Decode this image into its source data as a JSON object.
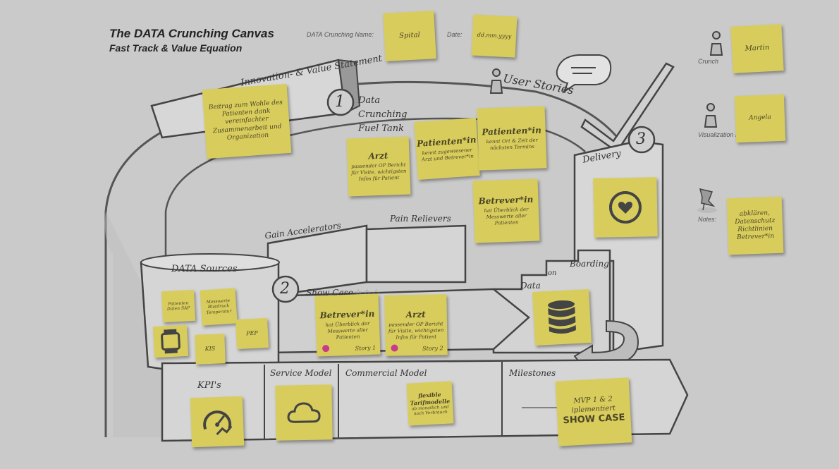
{
  "header": {
    "title": "The DATA Crunching Canvas",
    "subtitle": "Fast Track & Value Equation",
    "name_label": "DATA Crunching Name:",
    "date_label": "Date:"
  },
  "header_notes": {
    "name_value": "Spital",
    "date_value": "dd.mm.yyyy"
  },
  "sections": {
    "innovation": "Innovation- & Value Statement",
    "fuel_tank": "Data Crunching Fuel Tank",
    "user_stories": "User Stories",
    "delivery": "Delivery",
    "gain_accelerators": "Gain Accelerators",
    "pain_relievers": "Pain Relievers",
    "data_sources": "DATA Sources",
    "show_case": "Show Case",
    "data_on_boarding_data": "Data",
    "data_on_boarding_on": "on",
    "data_on_boarding_boarding": "Boarding",
    "kpis": "KPI's",
    "service_model": "Service Model",
    "commercial_model": "Commercial Model",
    "milestones": "Milestones",
    "step1": "1",
    "step2": "2",
    "step3": "3"
  },
  "roles": {
    "crunch_label": "Crunch",
    "crunch_name": "Martin",
    "visualization_label": "Visualization M",
    "visualization_name": "Angela",
    "notes_label": "Notes:",
    "notes_text": "abklären, Datenschutz Richtlinien Betrever*in"
  },
  "notes": {
    "innovation_statement": "Beitrag zum Wohle des Patienten dank vereinfachter Zusammenarbeit und Organization",
    "story_arzt_head": "Arzt",
    "story_arzt_body": "passender OP Bericht für Visite, wichtigsten Infos für Patient",
    "story_patient1_head": "Patienten*in",
    "story_patient1_body": "kennt zugewiesener Arzt und Betrever*in",
    "story_patient2_head": "Patienten*in",
    "story_patient2_body": "kennt Ort & Zeit der nächsten Termins",
    "story_betreuer_head": "Betrever*in",
    "story_betreuer_body": "hat Überblick der Messwerte aller Patienten",
    "ds_sap": "Patienten Daten SAP",
    "ds_mess": "Messwerte Blutdruck Temperatur",
    "ds_kis": "KIS",
    "ds_pep": "PEP",
    "show1_head": "Betrever*in",
    "show1_body": "hat Überblick der Messwerte aller Patienten",
    "show1_story": "Story 1",
    "show2_head": "Arzt",
    "show2_body": "passender OP Bericht für Visite, wichtigsten Infos für Patient",
    "show2_story": "Story 2",
    "commercial_head": "flexible Tarifmodelle",
    "commercial_body": "ab monatlich und nach Verbrauch",
    "milestone_line1": "MVP 1 & 2 iplementiert",
    "milestone_line2": "SHOW CASE"
  },
  "icons": [
    "person-icon",
    "speech-bubble-icon",
    "checkmark-icon",
    "pushpin-icon",
    "heart-cycle-icon",
    "database-icon",
    "watch-icon",
    "gauge-icon",
    "cloud-icon",
    "star-icon"
  ],
  "colors": {
    "sticky": "#d8cd5c",
    "background": "#cacaca",
    "ink": "#3a3a3a",
    "story_dot": "#c83a8a"
  }
}
